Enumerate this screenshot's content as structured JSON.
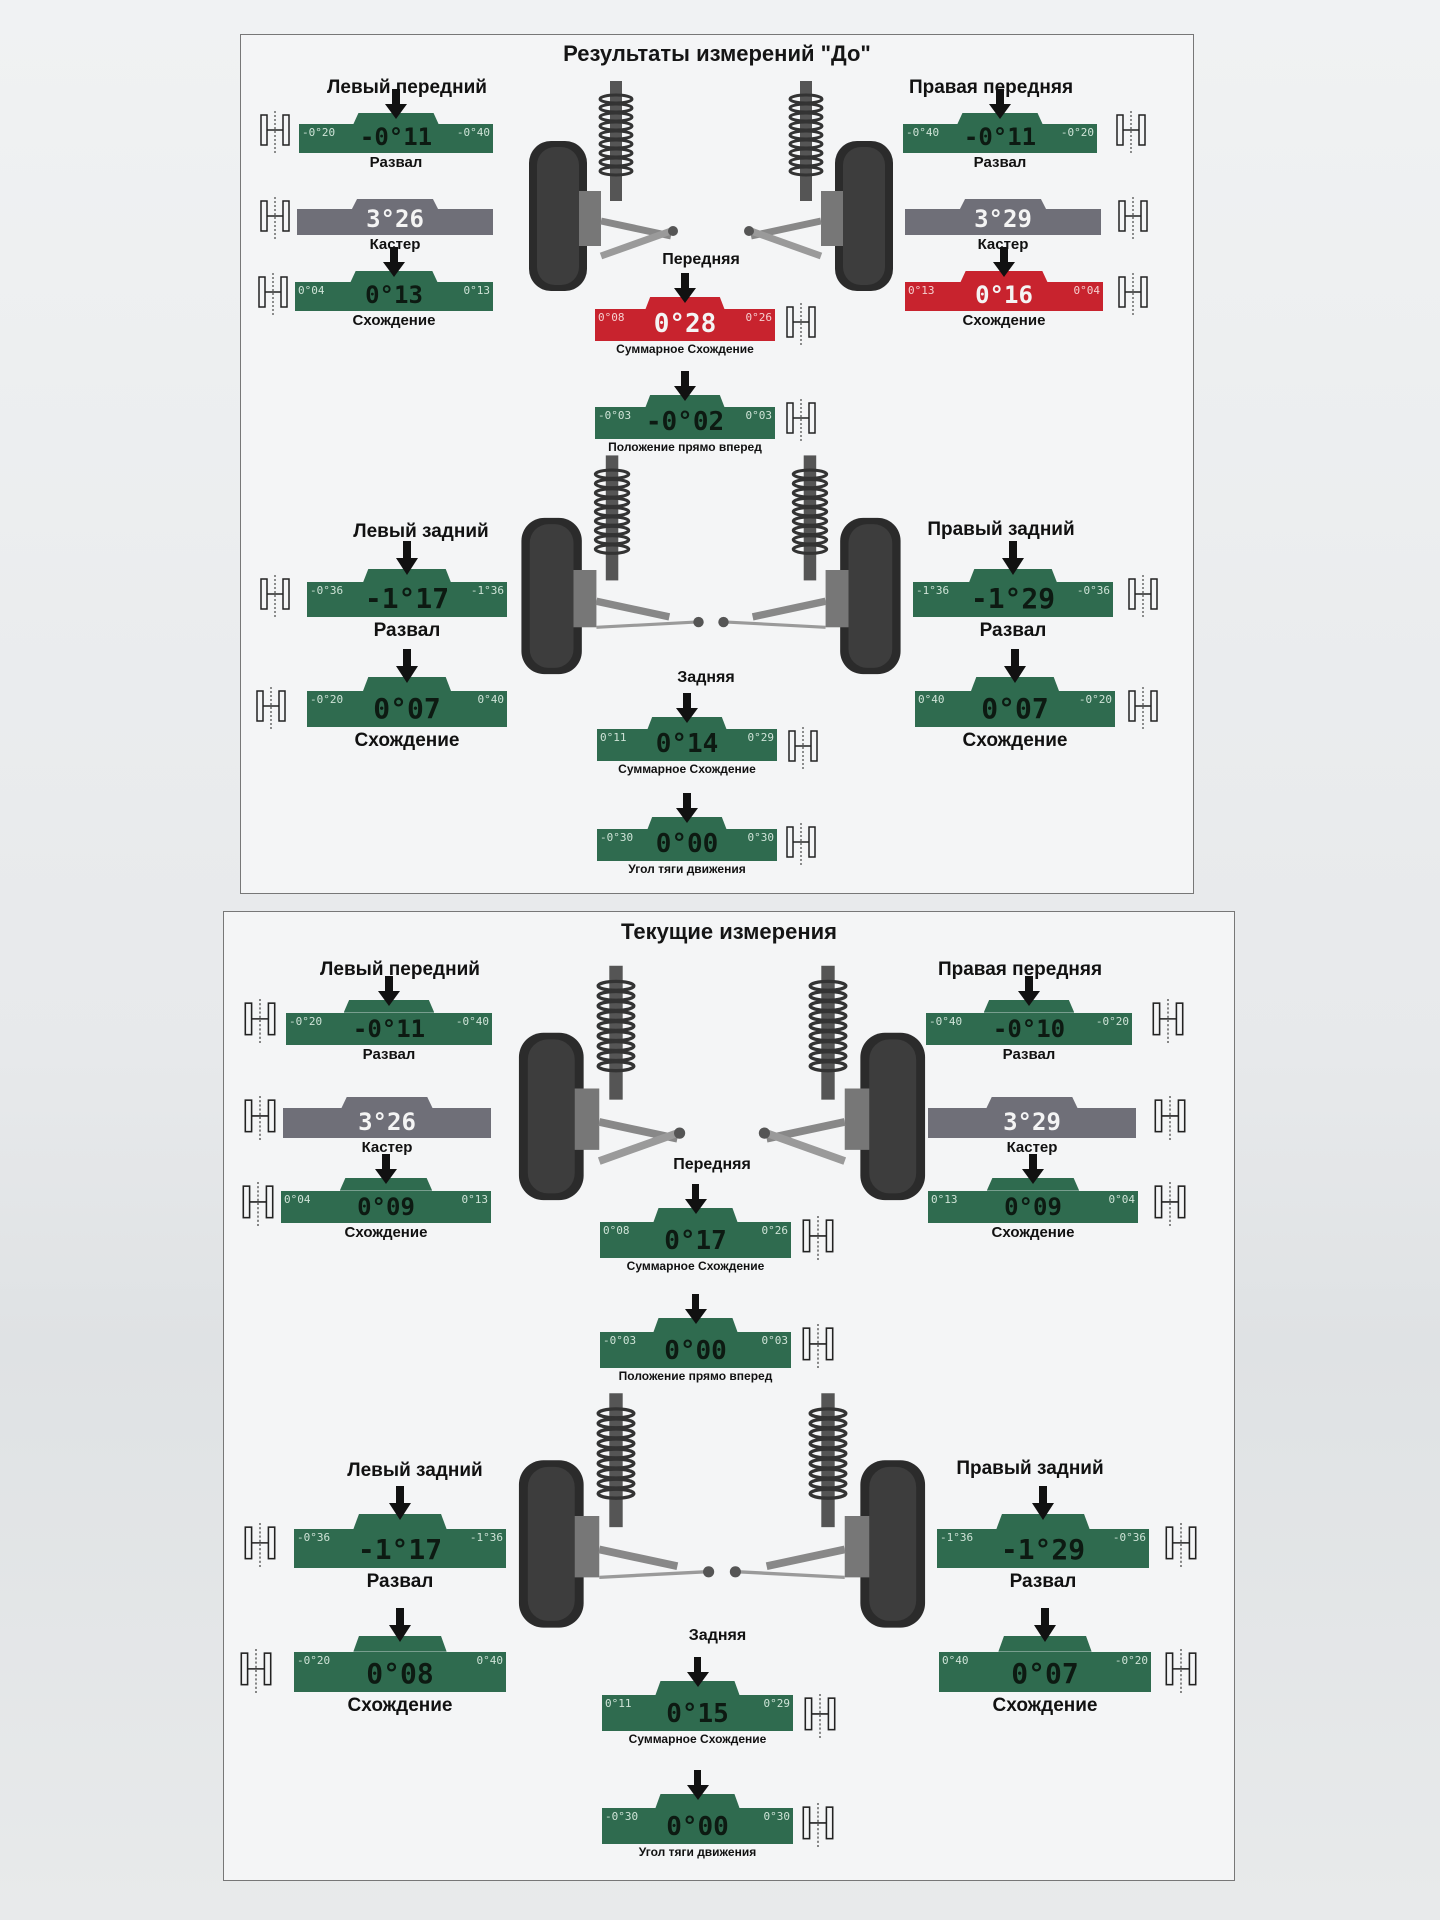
{
  "panels": [
    {
      "title": "Результаты измерений \"До\"",
      "front_label": "Передняя",
      "rear_label": "Задняя",
      "left_front": "Левый передний",
      "right_front": "Правая передняя",
      "left_rear": "Левый задний",
      "right_rear": "Правый задний",
      "lf_camber": {
        "min": "-0°20",
        "max": "-0°40",
        "value": "-0°11",
        "label": "Развал",
        "color": "green"
      },
      "lf_caster": {
        "min": "",
        "max": "",
        "value": "3°26",
        "label": "Кастер",
        "color": "gray"
      },
      "lf_toe": {
        "min": "0°04",
        "max": "0°13",
        "value": "0°13",
        "label": "Схождение",
        "color": "green"
      },
      "rf_camber": {
        "min": "-0°40",
        "max": "-0°20",
        "value": "-0°11",
        "label": "Развал",
        "color": "green"
      },
      "rf_caster": {
        "min": "",
        "max": "",
        "value": "3°29",
        "label": "Кастер",
        "color": "gray"
      },
      "rf_toe": {
        "min": "0°13",
        "max": "0°04",
        "value": "0°16",
        "label": "Схождение",
        "color": "red"
      },
      "front_total": {
        "min": "0°08",
        "max": "0°26",
        "value": "0°28",
        "label": "Суммарное Схождение",
        "color": "red"
      },
      "straight": {
        "min": "-0°03",
        "max": "0°03",
        "value": "-0°02",
        "label": "Положение прямо вперед",
        "color": "green"
      },
      "lr_camber": {
        "min": "-0°36",
        "max": "-1°36",
        "value": "-1°17",
        "label": "Развал",
        "color": "green"
      },
      "lr_toe": {
        "min": "-0°20",
        "max": "0°40",
        "value": "0°07",
        "label": "Схождение",
        "color": "green"
      },
      "rr_camber": {
        "min": "-1°36",
        "max": "-0°36",
        "value": "-1°29",
        "label": "Развал",
        "color": "green"
      },
      "rr_toe": {
        "min": "0°40",
        "max": "-0°20",
        "value": "0°07",
        "label": "Схождение",
        "color": "green"
      },
      "rear_total": {
        "min": "0°11",
        "max": "0°29",
        "value": "0°14",
        "label": "Суммарное Схождение",
        "color": "green"
      },
      "thrust": {
        "min": "-0°30",
        "max": "0°30",
        "value": "0°00",
        "label": "Угол тяги движения",
        "color": "green"
      }
    },
    {
      "title": "Текущие измерения",
      "front_label": "Передняя",
      "rear_label": "Задняя",
      "left_front": "Левый передний",
      "right_front": "Правая передняя",
      "left_rear": "Левый задний",
      "right_rear": "Правый задний",
      "lf_camber": {
        "min": "-0°20",
        "max": "-0°40",
        "value": "-0°11",
        "label": "Развал",
        "color": "green"
      },
      "lf_caster": {
        "min": "",
        "max": "",
        "value": "3°26",
        "label": "Кастер",
        "color": "gray"
      },
      "lf_toe": {
        "min": "0°04",
        "max": "0°13",
        "value": "0°09",
        "label": "Схождение",
        "color": "green"
      },
      "rf_camber": {
        "min": "-0°40",
        "max": "-0°20",
        "value": "-0°10",
        "label": "Развал",
        "color": "green"
      },
      "rf_caster": {
        "min": "",
        "max": "",
        "value": "3°29",
        "label": "Кастер",
        "color": "gray"
      },
      "rf_toe": {
        "min": "0°13",
        "max": "0°04",
        "value": "0°09",
        "label": "Схождение",
        "color": "green"
      },
      "front_total": {
        "min": "0°08",
        "max": "0°26",
        "value": "0°17",
        "label": "Суммарное Схождение",
        "color": "green"
      },
      "straight": {
        "min": "-0°03",
        "max": "0°03",
        "value": "0°00",
        "label": "Положение прямо вперед",
        "color": "green"
      },
      "lr_camber": {
        "min": "-0°36",
        "max": "-1°36",
        "value": "-1°17",
        "label": "Развал",
        "color": "green"
      },
      "lr_toe": {
        "min": "-0°20",
        "max": "0°40",
        "value": "0°08",
        "label": "Схождение",
        "color": "green"
      },
      "rr_camber": {
        "min": "-1°36",
        "max": "-0°36",
        "value": "-1°29",
        "label": "Развал",
        "color": "green"
      },
      "rr_toe": {
        "min": "0°40",
        "max": "-0°20",
        "value": "0°07",
        "label": "Схождение",
        "color": "green"
      },
      "rear_total": {
        "min": "0°11",
        "max": "0°29",
        "value": "0°15",
        "label": "Суммарное Схождение",
        "color": "green"
      },
      "thrust": {
        "min": "-0°30",
        "max": "0°30",
        "value": "0°00",
        "label": "Угол тяги движения",
        "color": "green"
      }
    }
  ],
  "colors": {
    "green": "#2f6b4f",
    "gray": "#6f6f78",
    "red": "#c8232e"
  }
}
